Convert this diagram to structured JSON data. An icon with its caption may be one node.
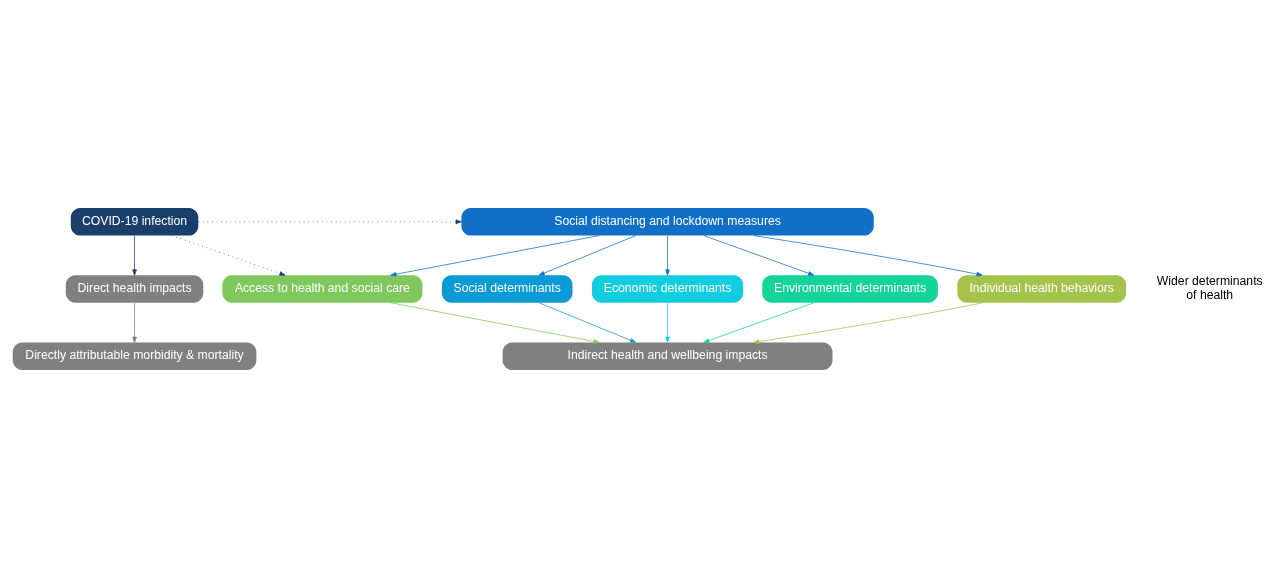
{
  "diagram": {
    "nodes": [
      {
        "text": [
          "COVID-19 infection"
        ]
      },
      {
        "text": [
          "Social distancing and lockdown measures"
        ]
      },
      {
        "text": [
          "Social determinants"
        ]
      },
      {
        "text": [
          "Economic determinants"
        ]
      },
      {
        "text": [
          "Environmental determinants"
        ]
      },
      {
        "text": [
          "Direct health impacts"
        ]
      },
      {
        "text": [
          "Access to health and social care"
        ]
      },
      {
        "text": [
          "Individual health behaviors"
        ]
      },
      {
        "text": [
          "Directly attributable morbidity & mortality"
        ]
      },
      {
        "text": [
          "Indirect health and wellbeing impacts"
        ]
      }
    ],
    "edges": [
      {
        "from": 0,
        "to": 1,
        "arrow": "to",
        "style": "dashed",
        "color": "#1a3f6b"
      },
      {
        "from": 0,
        "to": 6,
        "arrow": "to",
        "style": "dashed",
        "color": "#1a3f6b"
      },
      {
        "from": 0,
        "to": 5,
        "arrow": "to",
        "color": "#1a3f6b"
      },
      {
        "from": 1,
        "to": 2,
        "arrow": "to"
      },
      {
        "from": 1,
        "to": 6,
        "arrow": "to"
      },
      {
        "from": 1,
        "to": 3,
        "arrow": "to"
      },
      {
        "from": 1,
        "to": 7,
        "arrow": "to"
      },
      {
        "from": 1,
        "to": 4,
        "arrow": "to"
      },
      {
        "from": 5,
        "to": 8,
        "arrow": "to",
        "color": "#808080"
      },
      {
        "from": 2,
        "to": 9,
        "arrow": "to",
        "color": "#0a9ad6"
      },
      {
        "from": 6,
        "to": 9,
        "arrow": "to",
        "color": "#7ec85e"
      },
      {
        "from": 3,
        "to": 9,
        "arrow": "to",
        "color": "#12cde0"
      },
      {
        "from": 7,
        "to": 9,
        "arrow": "to",
        "color": "#a5c24a"
      },
      {
        "from": 4,
        "to": 9,
        "arrow": "to",
        "color": "#14d49a"
      }
    ],
    "labels": [
      "Wider determinants of health"
    ]
  }
}
